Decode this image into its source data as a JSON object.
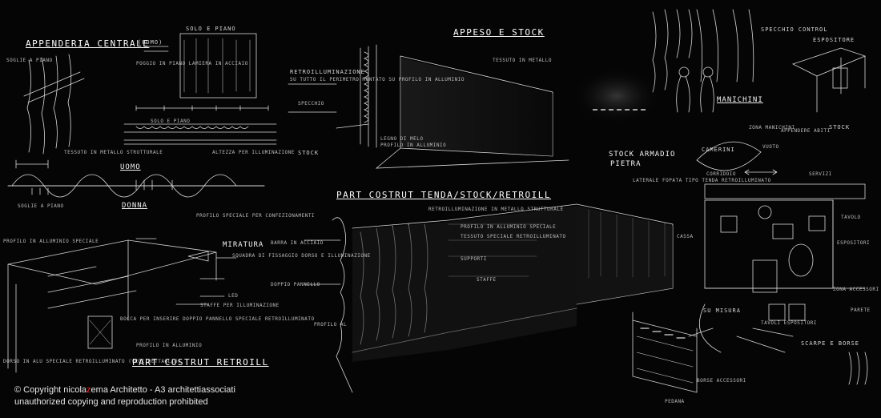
{
  "board": {
    "left": {
      "title": "APPENDERIA CENTRALE",
      "title_note": "(UOMO)",
      "top_label": "SOLO E PIANO",
      "small1": "SOGLIE A PIANO",
      "uomo": "UOMO",
      "donna": "DONNA",
      "tessuto": "TESSUTO IN METALLO STRUTTURALE",
      "soglie2": "SOGLIE A PIANO",
      "profilo": "PROFILO SPECIALE PER CONFEZIONAMENTI",
      "sup_note": "POGGIO IN PIANO LAMIERA IN ACCIAIO",
      "mid_label": "SOLO E PIANO",
      "title2": "PART COSTRUT RETROILL",
      "miratura": "MIRATURA",
      "squadra": "SQUADRA DI FISSAGGIO DORSO E ILLUMINAZIONE",
      "led": "LED",
      "staffe": "STAFFE PER ILLUMINAZIONE",
      "profilo_all": "PROFILO IN ALLUMINIO",
      "box_note": "BOCCA PER INSERIRE DOPPIO PANNELLO SPECIALE RETROILLUMINATO",
      "left_note": "PROFILO IN ALLUMINIO SPECIALE",
      "alu_note": "DORSO IN ALU SPECIALE RETROILLUMINATO (VEDI DETTAGLIO)",
      "dim": "ALTEZZA PER ILLUMINAZIONE"
    },
    "center": {
      "title": "APPESO E STOCK",
      "retro": "RETROILLUMINAZIONE",
      "retro_note": "SU TUTTO IL PERIMETRO MONTATO SU PROFILO IN ALLUMINIO",
      "specchio": "SPECCHIO",
      "stock": "STOCK",
      "tessuto": "TESSUTO IN METALLO",
      "legno": "LEGNO DI MELO",
      "profilo": "PROFILO IN ALLUMINIO",
      "title2": "PART COSTRUT TENDA/STOCK/RETROILL",
      "note1": "RETROILLUMINAZIONE IN METALLO STRUTTURALE",
      "note2": "PROFILO IN ALLUMINIO SPECIALE",
      "note3": "TESSUTO SPECIALE RETROILLUMINATO",
      "note4": "BARRA IN ACCIAIO",
      "note5": "DOPPIO PANNELLO",
      "note6": "SUPPORTI",
      "note7": "STAFFE",
      "note8": "PROFILO AL"
    },
    "right": {
      "manichini": "MANICHINI",
      "specchio": "SPECCHIO CONTROL",
      "espositore": "ESPOSITORE",
      "stock_label": "STOCK",
      "stock_armadio": "STOCK ARMADIO",
      "pietra": "PIETRA",
      "lateral": "LATERALE FOPATA TIPO TENDA RETROILLUMINATO",
      "camerini": "CAMERINI",
      "corridoio": "CORRIDOIO",
      "servizi": "SERVIZI",
      "zona_manichini": "ZONA MANICHINI",
      "appendere": "APPENDERE ABITI",
      "vuoto": "VUOTO",
      "tavolo": "TAVOLO",
      "espositori": "ESPOSITORI",
      "su_misura": "SU MISURA",
      "zona_accessori": "ZONA ACCESSORI",
      "scarpe": "SCARPE E BORSE",
      "borse": "BORSE ACCESSORI",
      "cassa": "CASSA",
      "parete": "PARETE",
      "tavoli": "TAVOLI ESPOSITORI",
      "pedana": "PEDANA"
    }
  },
  "copyright": {
    "line1_pre": "© Copyright nicola",
    "line1_z": "z",
    "line1_post": "ema Architetto - A3 architettiassociati",
    "line2": "unauthorized copying and reproduction prohibited"
  }
}
